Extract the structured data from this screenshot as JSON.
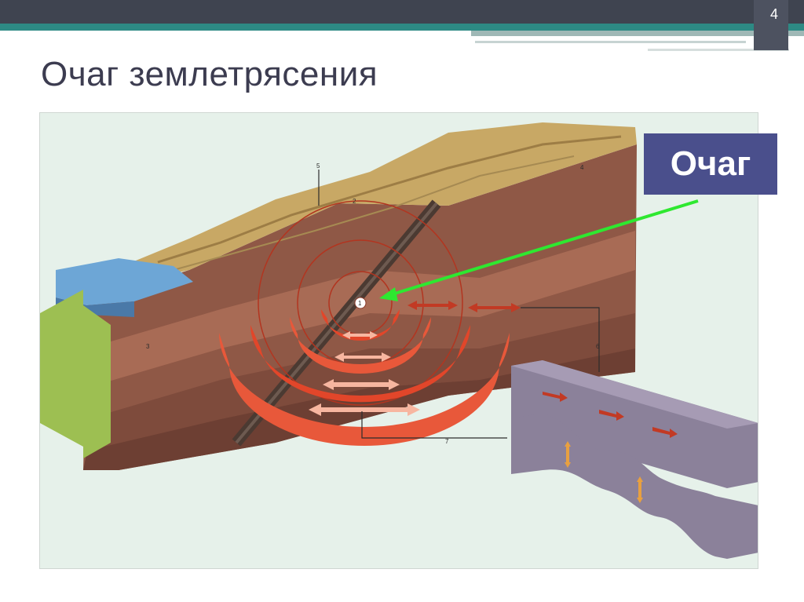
{
  "slide": {
    "page_number": "4",
    "title": "Очаг землетрясения"
  },
  "diagram": {
    "callout_label": "Очаг",
    "labels": [
      {
        "id": "1",
        "text": "1"
      },
      {
        "id": "2",
        "text": "2"
      },
      {
        "id": "3",
        "text": "3"
      },
      {
        "id": "4",
        "text": "4"
      },
      {
        "id": "5",
        "text": "5"
      },
      {
        "id": "6",
        "text": "6"
      },
      {
        "id": "7",
        "text": "7"
      }
    ],
    "colors": {
      "header_dark": "#3f4450",
      "header_teal": "#2d8a84",
      "callout_bg": "#4a4f8c",
      "arrow_green": "#2ee830",
      "wave_red": "#e2462a",
      "background": "#e6f1ea"
    }
  }
}
